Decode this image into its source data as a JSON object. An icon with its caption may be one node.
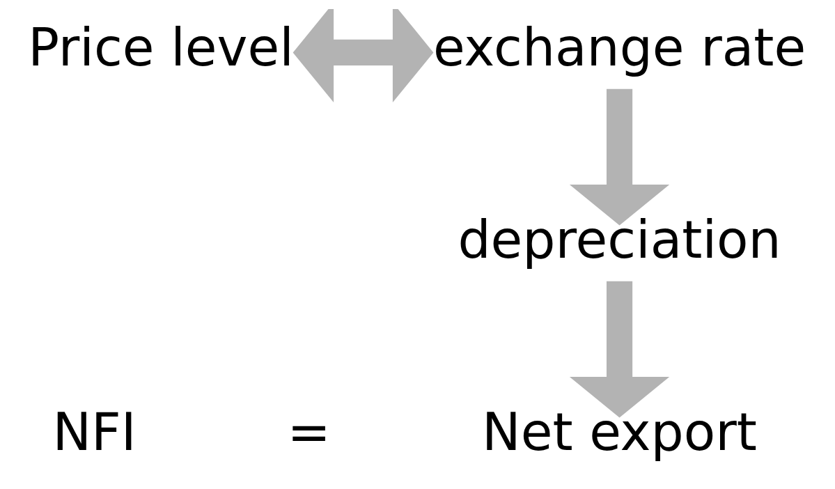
{
  "diagram": {
    "nodes": [
      {
        "text": [
          "Price level"
        ]
      },
      {
        "text": [
          "exchange rate"
        ]
      },
      {
        "text": [
          "depreciation"
        ]
      },
      {
        "text": [
          "Net export"
        ]
      },
      {
        "text": [
          "NFI"
        ]
      }
    ],
    "edges": [
      {
        "from": 0,
        "to": 1,
        "arrow": "both"
      },
      {
        "from": 1,
        "to": 2,
        "arrow": "to"
      },
      {
        "from": 2,
        "to": 3,
        "arrow": "to"
      }
    ],
    "labels": [
      "="
    ]
  }
}
